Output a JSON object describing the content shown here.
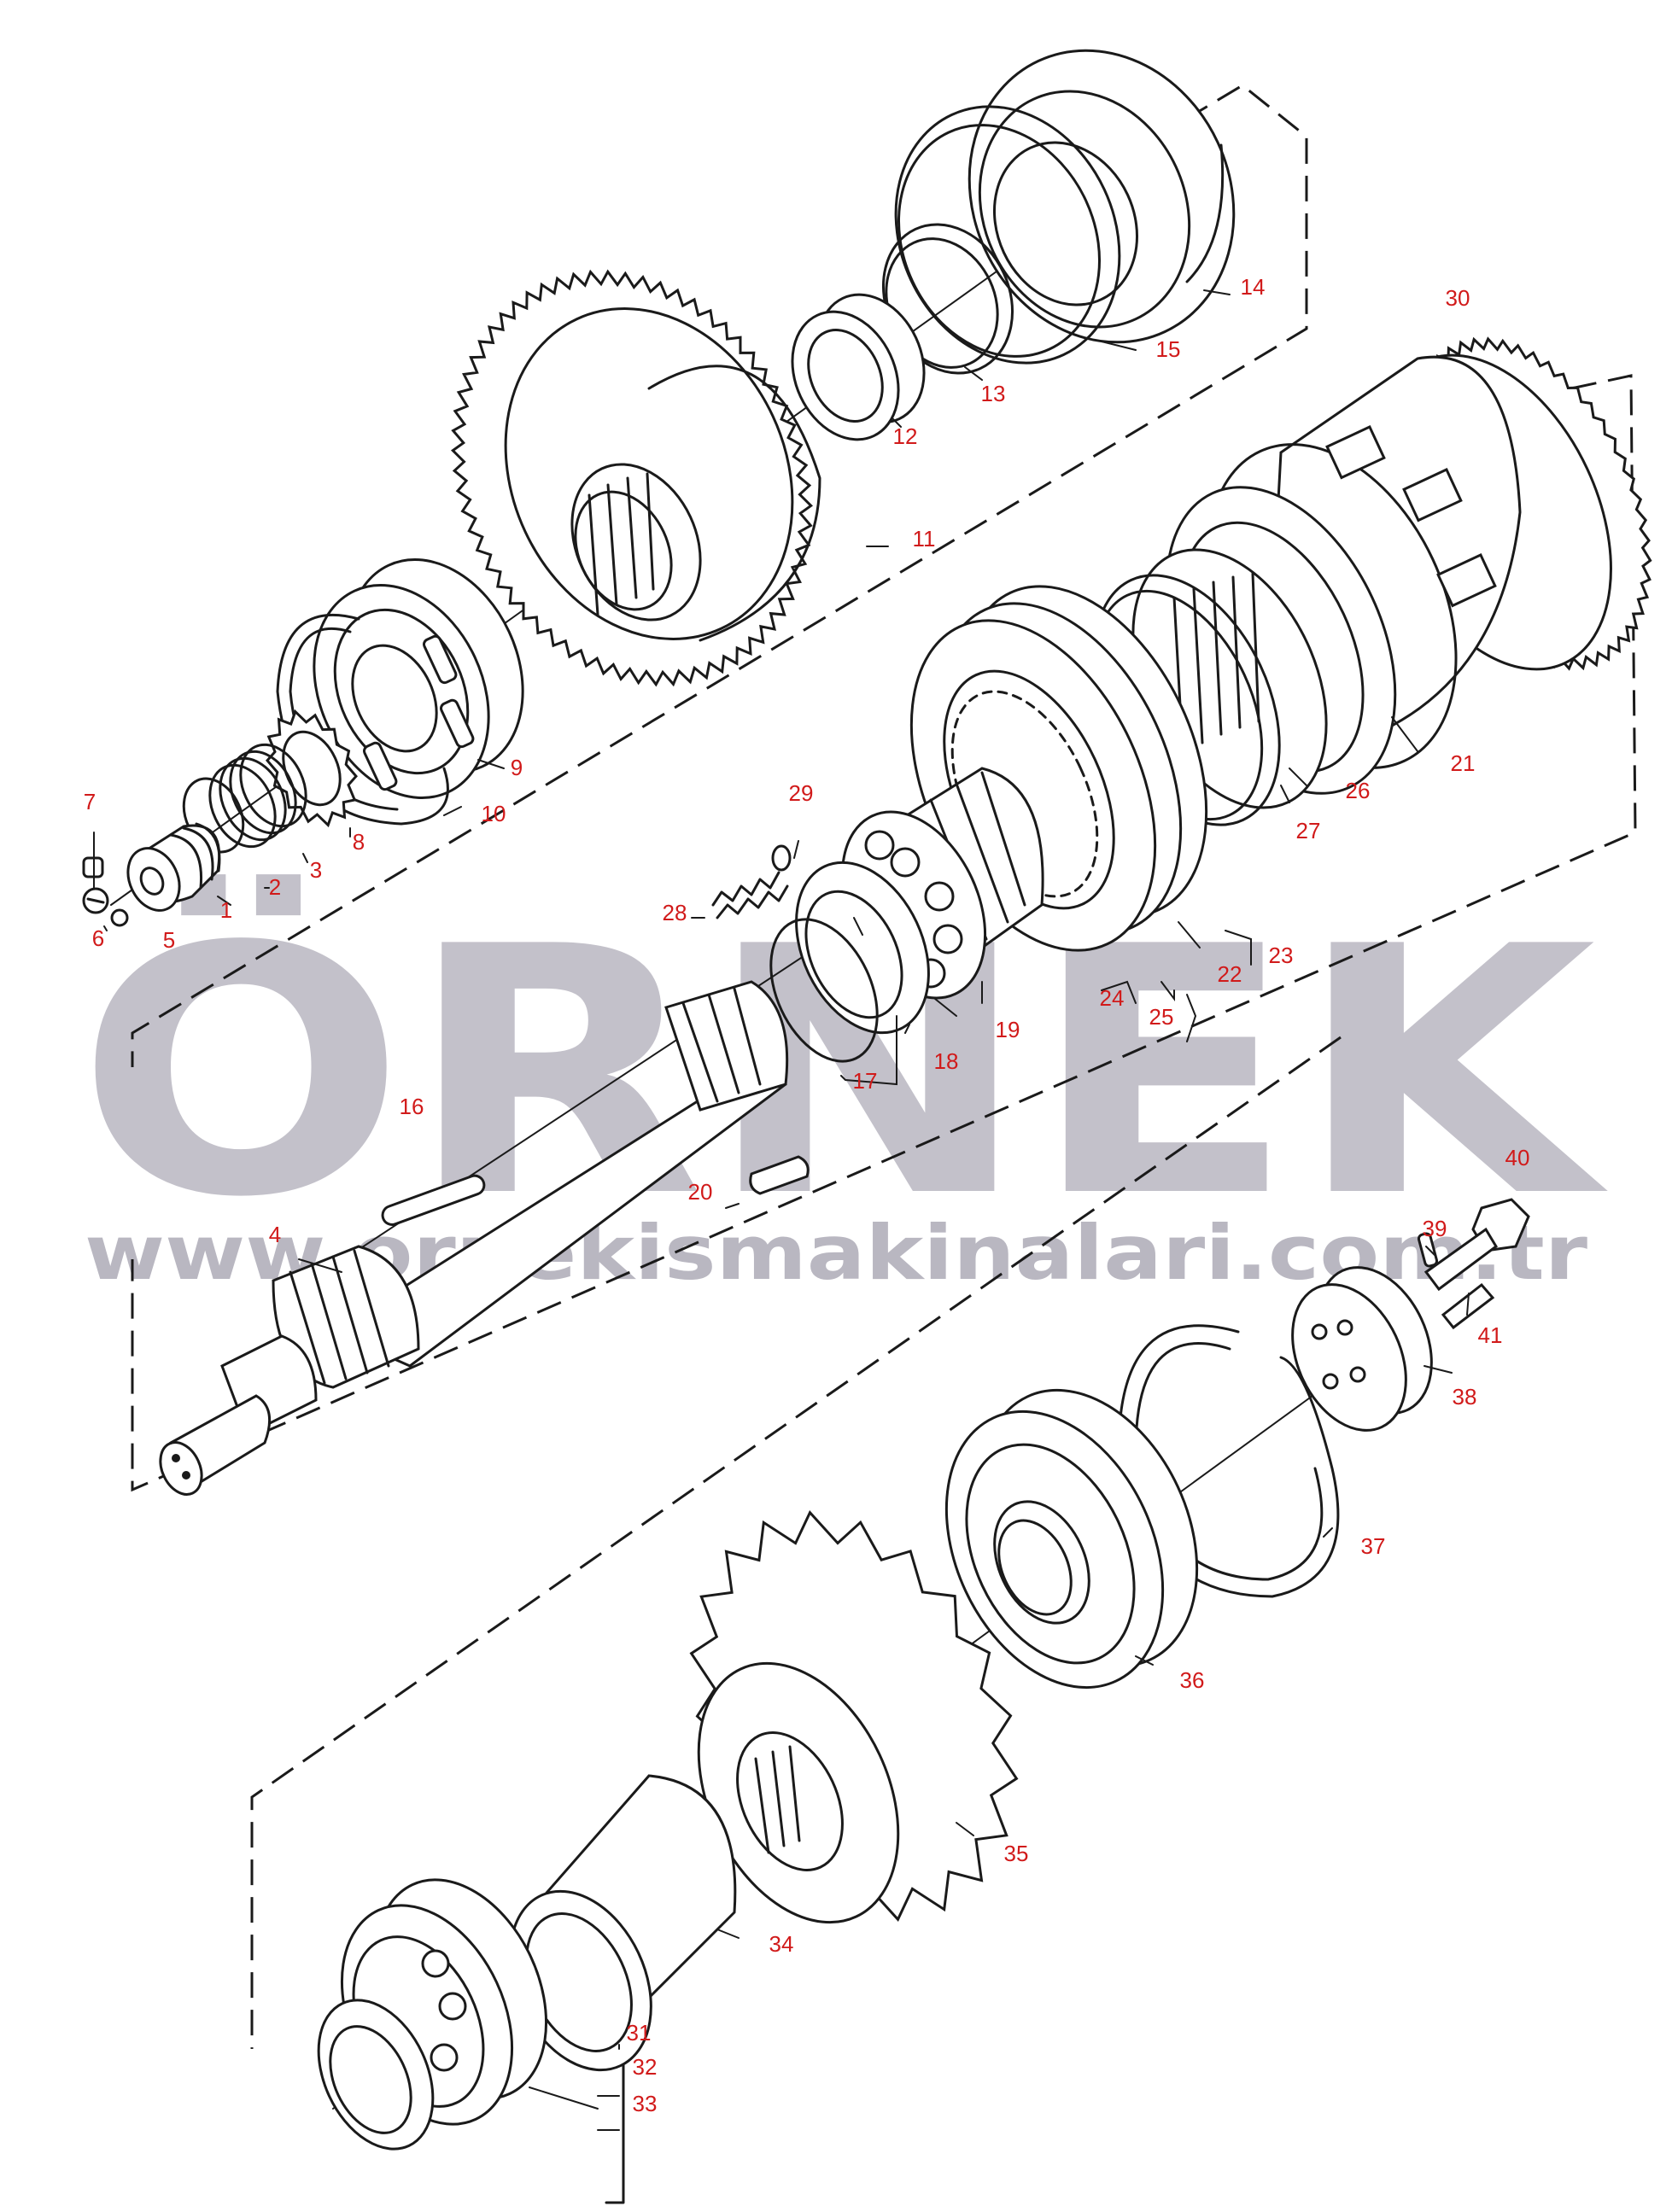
{
  "colors": {
    "label": "#d11a1a",
    "line": "#1a1a1a",
    "watermark": "#b9b7c1",
    "watermark_accent": "#f2ce48"
  },
  "watermark": {
    "brand": "ÖRNEK",
    "url": "www.ornekismakinalari.com.tr"
  },
  "labels": [
    "1",
    "2",
    "3",
    "4",
    "5",
    "6",
    "7",
    "8",
    "9",
    "10",
    "11",
    "12",
    "13",
    "14",
    "15",
    "16",
    "17",
    "18",
    "19",
    "20",
    "21",
    "22",
    "23",
    "24",
    "25",
    "26",
    "27",
    "28",
    "29",
    "30",
    "31",
    "32",
    "33",
    "34",
    "35",
    "36",
    "37",
    "38",
    "39",
    "40",
    "41"
  ]
}
